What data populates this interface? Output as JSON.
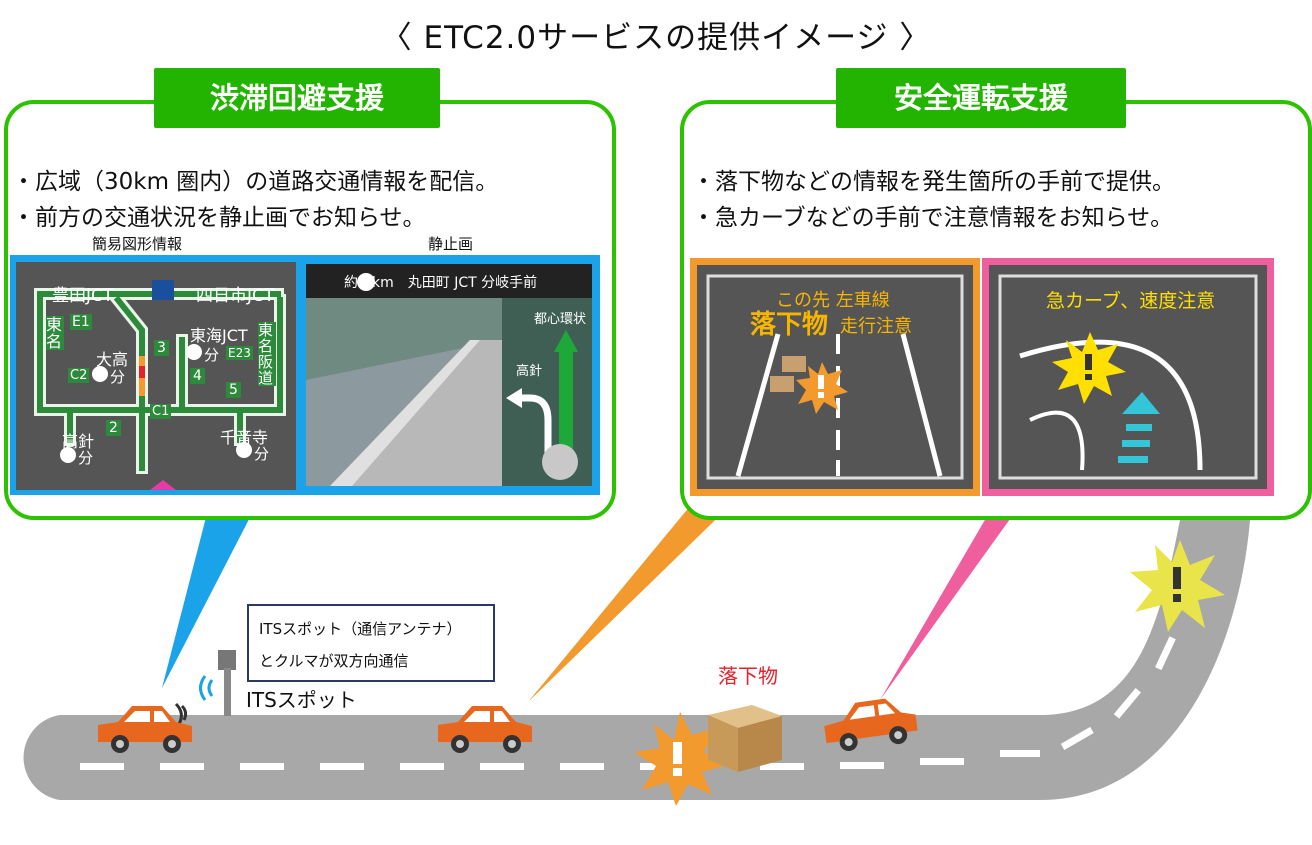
{
  "title": "〈 ETC2.0サービスの提供イメージ 〉",
  "left_panel": {
    "heading": "渋滞回避支援",
    "bullets": [
      "・広域（30km 圏内）の道路交通情報を配信。",
      "・前方の交通状況を静止画でお知らせ。"
    ],
    "map_label": "簡易図形情報",
    "photo_label": "静止画",
    "map": {
      "labels": [
        "豊田JCT",
        "四日市JCT",
        "東名",
        "E1",
        "大高",
        "分",
        "3",
        "東海JCT",
        "E23",
        "東名阪道",
        "C2",
        "4",
        "5",
        "C1",
        "2",
        "高針",
        "分",
        "千音寺",
        "分",
        "分"
      ]
    },
    "photo": {
      "banner": "約　km　丸田町 JCT 分岐手前",
      "sign_top": "都心環状",
      "sign_left": "高針"
    }
  },
  "right_panel": {
    "heading": "安全運転支援",
    "bullets": [
      "・落下物などの情報を発生箇所の手前で提供。",
      "・急カーブなどの手前で注意情報をお知らせ。"
    ],
    "screen1": {
      "line1": "この先 左車線",
      "line2": "落下物",
      "line3": "走行注意"
    },
    "screen2": {
      "line1": "急カーブ、速度注意"
    }
  },
  "road": {
    "its_box": [
      "ITSスポット（通信アンテナ）",
      "とクルマが双方向通信"
    ],
    "its_label": "ITSスポット",
    "drop_label": "落下物"
  },
  "colors": {
    "green": "#22b400",
    "blue": "#1aa3e8",
    "orange": "#f39a2e",
    "pink": "#ef5e9d",
    "road": "#a8a8a8",
    "car": "#e8671e",
    "screen": "#555555",
    "sign_text": "#ffe000",
    "sign_text_orange": "#f7b500"
  }
}
